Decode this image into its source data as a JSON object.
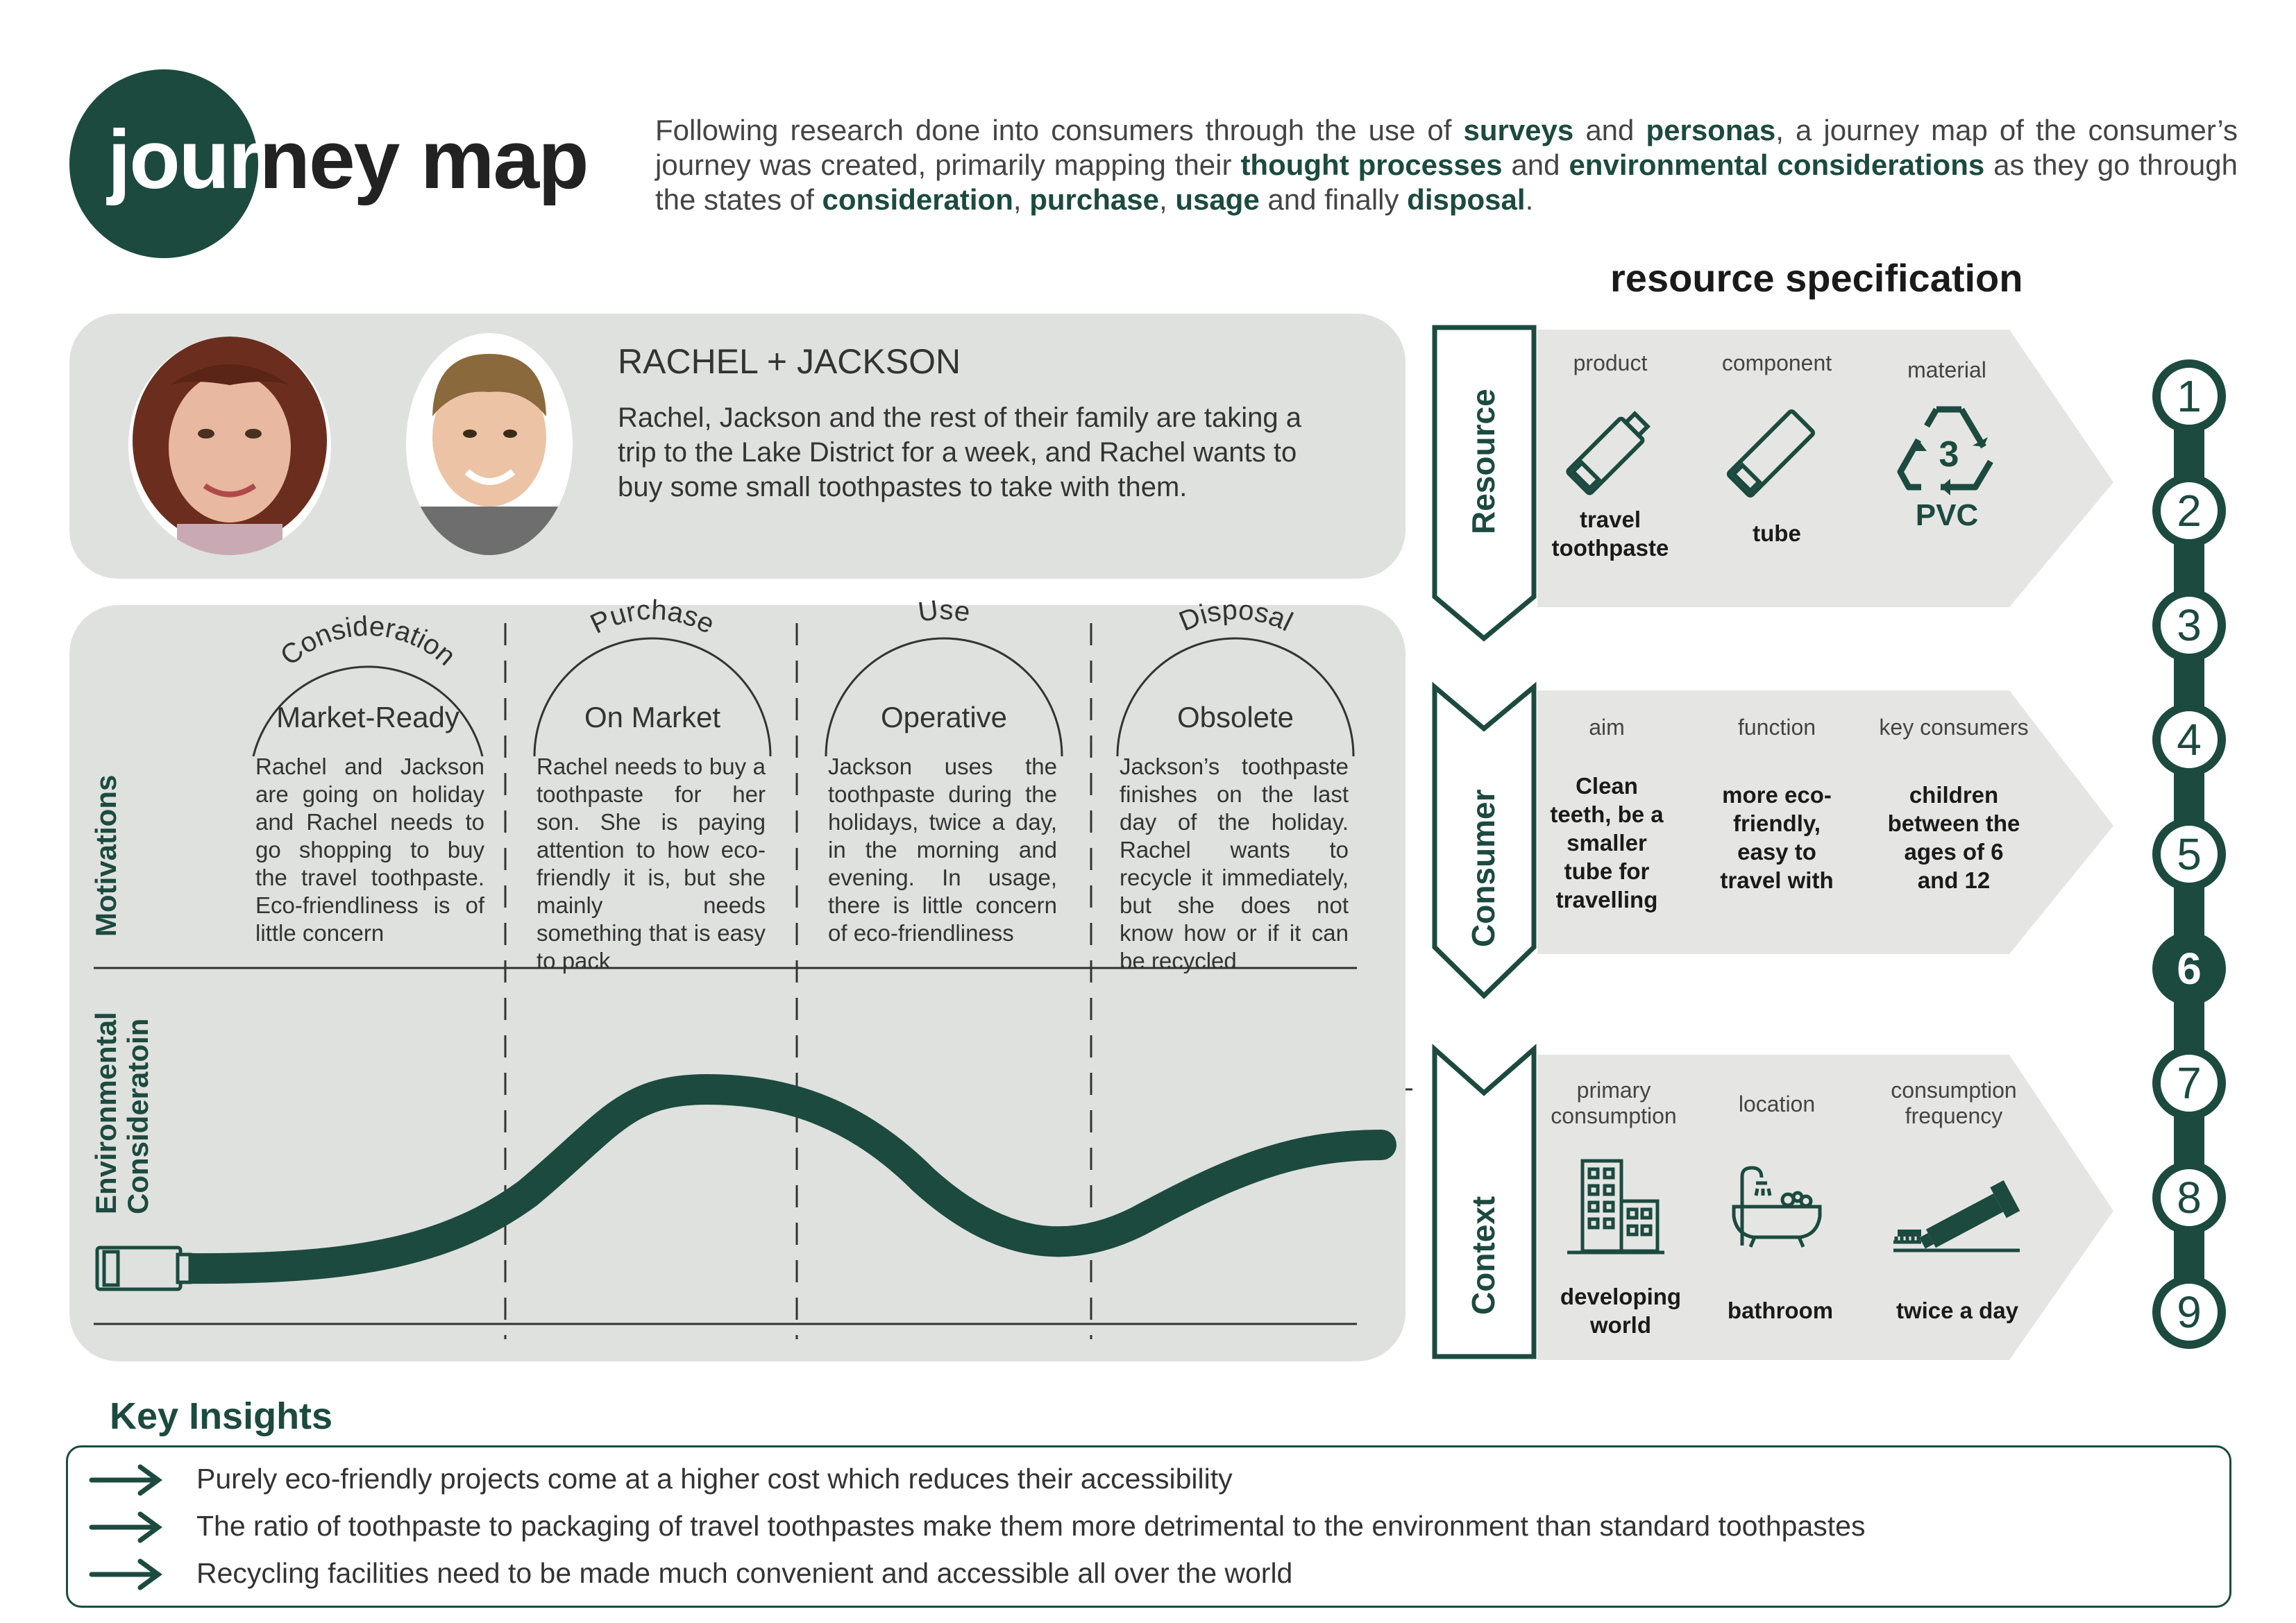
{
  "header": {
    "title_white": "jour",
    "title_dark": "ney map",
    "intro": {
      "p1": "Following research done into consumers through the use of ",
      "b1": "surveys",
      "p2": " and ",
      "b2": "personas",
      "p3": ", a journey map of the consumer’s journey was created, primarily mapping their ",
      "b3": "thought processes",
      "p4": " and ",
      "b4": "environmental considerations",
      "p5": " as they go through the states of ",
      "b5": "consideration",
      "p6": ", ",
      "b6": "purchase",
      "p7": ", ",
      "b7": "usage",
      "p8": " and finally ",
      "b8": "disposal",
      "p9": "."
    }
  },
  "persona": {
    "name": "RACHEL + JACKSON",
    "description": "Rachel, Jackson and the rest of their family are taking a trip to the Lake District for a week, and Rachel wants to buy some small toothpastes to take with them."
  },
  "journey": {
    "row_labels": {
      "motivations": "Motivations",
      "env_line1": "Environmental",
      "env_line2": "Consideratoin"
    },
    "stages": [
      {
        "arc_label": "Consideration",
        "state": "Market-Ready",
        "text": "Rachel and Jackson are going on holiday and Rachel needs to go shopping to buy the travel toothpaste. Eco-friendliness is of little concern"
      },
      {
        "arc_label": "Purchase",
        "state": "On Market",
        "text": "Rachel needs to buy a toothpaste for her son. She is paying attention to how eco-friendly it is, but she mainly needs something that is easy to pack"
      },
      {
        "arc_label": "Use",
        "state": "Operative",
        "text": "Jackson uses the toothpaste during the holidays, twice a day, in the morning and evening. In usage, there is little concern of eco-friendliness"
      },
      {
        "arc_label": "Disposal",
        "state": "Obsolete",
        "text": "Jackson’s toothpaste finishes on the last day of the holiday. Rachel wants to recycle it immediately, but she does not know how or if it can be recycled"
      }
    ]
  },
  "resource_spec": {
    "title": "resource specification",
    "sections": [
      {
        "heading": "Resource",
        "items": [
          {
            "label": "product",
            "value_line1": "travel",
            "value_line2": "toothpaste",
            "icon": "toothpaste-tube-icon"
          },
          {
            "label": "component",
            "value_line1": "tube",
            "value_line2": "",
            "icon": "tube-icon"
          },
          {
            "label": "material",
            "value_line1": "PVC",
            "value_line2": "",
            "icon": "recycle-3-icon",
            "code": "3"
          }
        ]
      },
      {
        "heading": "Consumer",
        "items": [
          {
            "label": "aim",
            "value": "Clean teeth, be a smaller tube for travelling"
          },
          {
            "label": "function",
            "value": "more eco-friendly, easy to travel with"
          },
          {
            "label": "key consumers",
            "value": "children between the ages of 6 and 12"
          }
        ]
      },
      {
        "heading": "Context",
        "items": [
          {
            "label_line1": "primary",
            "label_line2": "consumption",
            "value_line1": "developing",
            "value_line2": "world",
            "icon": "buildings-icon"
          },
          {
            "label_line1": "location",
            "label_line2": "",
            "value_line1": "bathroom",
            "value_line2": "",
            "icon": "bathtub-icon"
          },
          {
            "label_line1": "consumption",
            "label_line2": "frequency",
            "value_line1": "twice a day",
            "value_line2": "",
            "icon": "toothbrush-icon"
          }
        ]
      }
    ]
  },
  "steps": {
    "numbers": [
      "1",
      "2",
      "3",
      "4",
      "5",
      "6",
      "7",
      "8",
      "9"
    ],
    "active": "6"
  },
  "insights": {
    "title": "Key Insights",
    "items": [
      "Purely eco-friendly projects come at a higher cost which reduces their accessibility",
      "The ratio of toothpaste to packaging of travel toothpastes make them more detrimental to the environment than standard toothpastes",
      "Recycling facilities need to be made much convenient and accessible all over the world"
    ]
  },
  "colors": {
    "primary_green": "#1c4a3f",
    "panel_grey": "#dfe1df"
  }
}
